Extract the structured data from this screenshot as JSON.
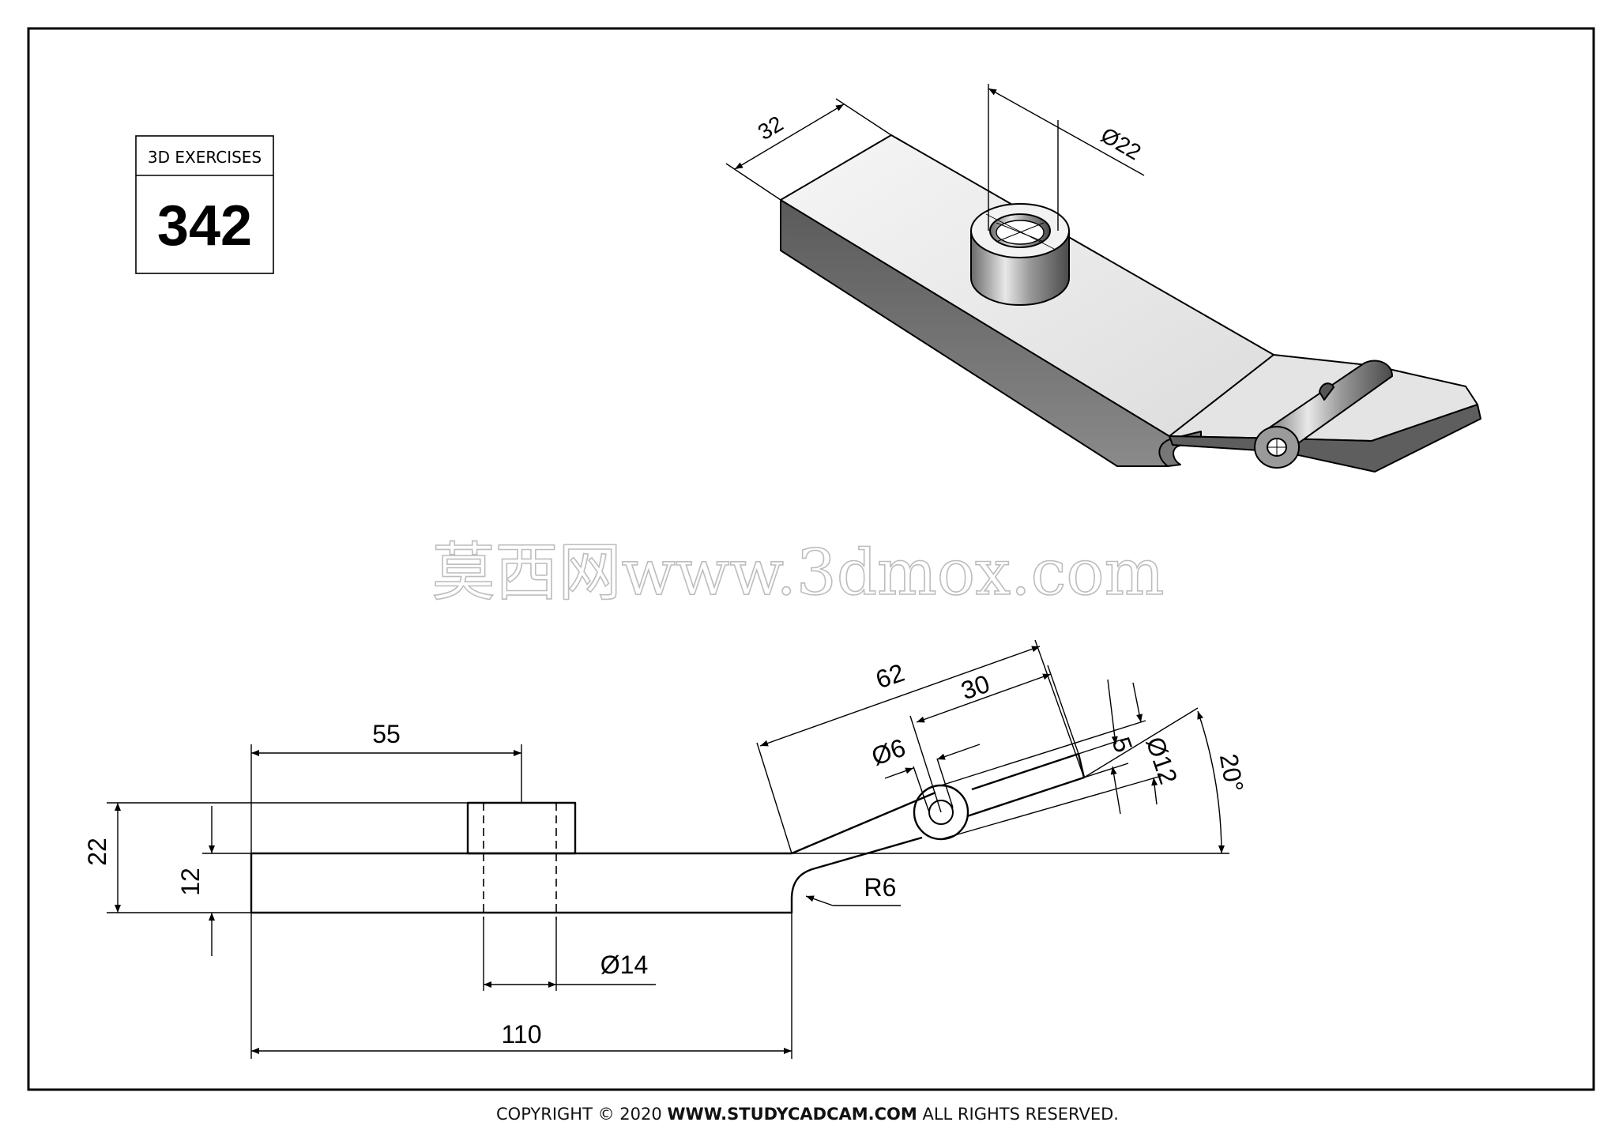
{
  "title_block": {
    "label": "3D EXERCISES",
    "number": "342"
  },
  "iso_dims": {
    "width": "32",
    "bore": "Ø22"
  },
  "watermark": "莫西网www.3dmox.com",
  "side_dims": {
    "d55": "55",
    "d22": "22",
    "d12": "12",
    "d14": "Ø14",
    "d110": "110",
    "d62": "62",
    "d30": "30",
    "d6": "Ø6",
    "d5": "5",
    "dia12": "Ø12",
    "angle": "20°",
    "radius": "R6"
  },
  "footer": {
    "prefix": "COPYRIGHT © 2020 ",
    "site": "WWW.STUDYCADCAM.COM",
    "suffix": " ALL RIGHTS RESERVED."
  }
}
